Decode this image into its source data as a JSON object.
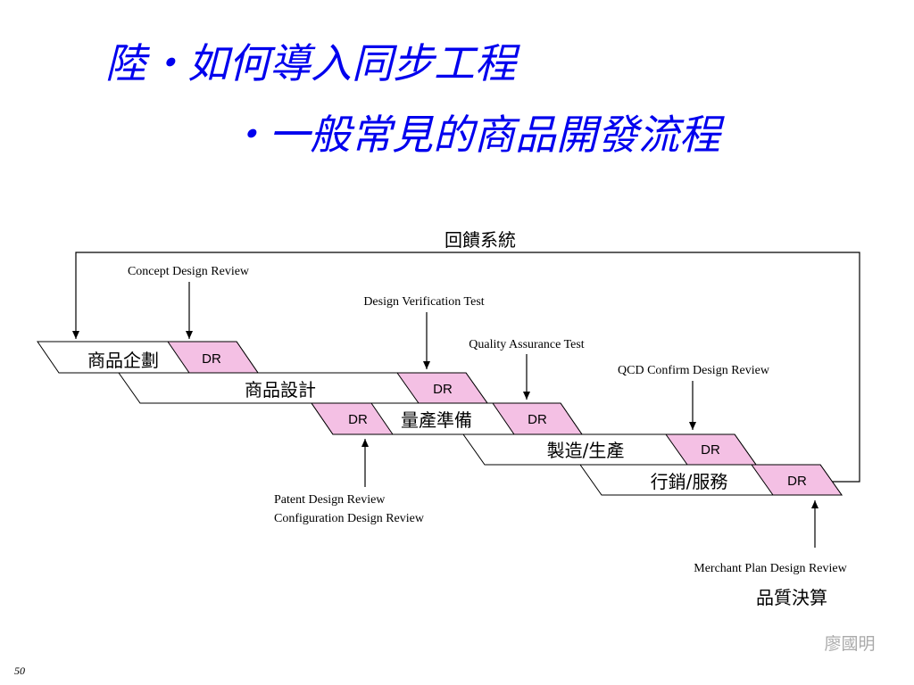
{
  "title": {
    "line1": "陸‧如何導入同步工程",
    "line2": "‧一般常見的商品開發流程"
  },
  "colors": {
    "title": "#0000ee",
    "dr_fill": "#f4c0e4"
  },
  "diagram": {
    "feedback_label": "回饋系統",
    "stages": [
      {
        "label": "商品企劃",
        "dr": "DR"
      },
      {
        "label": "商品設計",
        "dr": "DR"
      },
      {
        "label": "量產準備",
        "dr_left": "DR",
        "dr": "DR"
      },
      {
        "label": "製造/生產",
        "dr": "DR"
      },
      {
        "label": "行銷/服務",
        "dr": "DR"
      }
    ],
    "reviews": {
      "concept": "Concept Design Review",
      "verification": "Design Verification Test",
      "qa": "Quality Assurance Test",
      "qcd": "QCD Confirm Design Review",
      "patent": "Patent Design Review",
      "configuration": "Configuration Design Review",
      "merchant": "Merchant Plan Design Review"
    },
    "quality_label": "品質決算"
  },
  "footer": {
    "signature": "廖國明",
    "page_number": "50"
  }
}
